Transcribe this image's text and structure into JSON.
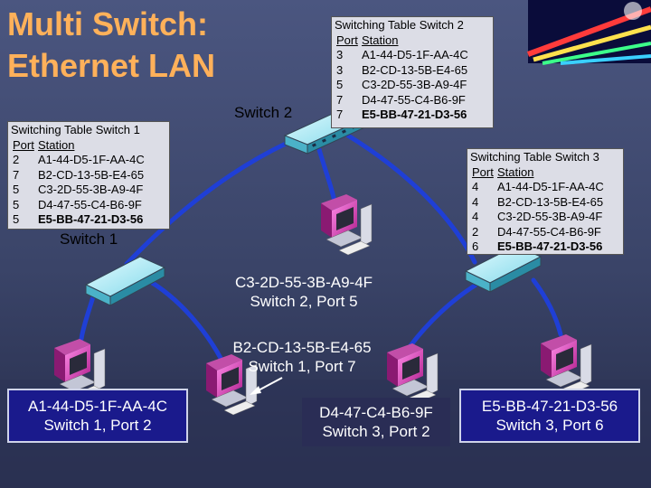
{
  "title": {
    "line1": "Multi Switch:",
    "line2": "Ethernet LAN"
  },
  "colors": {
    "background": "#3f4a6e",
    "title": "#ffb15a",
    "cable": "#1f3fd6",
    "table_bg": "#dcdde6",
    "station_box": "#1a1a8c"
  },
  "switch_labels": {
    "switch1": "Switch 1",
    "switch2": "Switch 2"
  },
  "tables": [
    {
      "title": "Switching Table Switch 2",
      "port_header": "Port",
      "station_header": "Station",
      "rows": [
        {
          "port": "3",
          "station": "A1-44-D5-1F-AA-4C"
        },
        {
          "port": "3",
          "station": "B2-CD-13-5B-E4-65"
        },
        {
          "port": "5",
          "station": "C3-2D-55-3B-A9-4F"
        },
        {
          "port": "7",
          "station": "D4-47-55-C4-B6-9F"
        },
        {
          "port": "7",
          "station": "E5-BB-47-21-D3-56"
        }
      ]
    },
    {
      "title": "Switching Table Switch 1",
      "port_header": "Port",
      "station_header": "Station",
      "rows": [
        {
          "port": "2",
          "station": "A1-44-D5-1F-AA-4C"
        },
        {
          "port": "7",
          "station": "B2-CD-13-5B-E4-65"
        },
        {
          "port": "5",
          "station": "C3-2D-55-3B-A9-4F"
        },
        {
          "port": "5",
          "station": "D4-47-55-C4-B6-9F"
        },
        {
          "port": "5",
          "station": "E5-BB-47-21-D3-56"
        }
      ]
    },
    {
      "title": "Switching Table Switch 3",
      "port_header": "Port",
      "station_header": "Station",
      "rows": [
        {
          "port": "4",
          "station": "A1-44-D5-1F-AA-4C"
        },
        {
          "port": "4",
          "station": "B2-CD-13-5B-E4-65"
        },
        {
          "port": "4",
          "station": "C3-2D-55-3B-A9-4F"
        },
        {
          "port": "2",
          "station": "D4-47-55-C4-B6-9F"
        },
        {
          "port": "6",
          "station": "E5-BB-47-21-D3-56"
        }
      ]
    }
  ],
  "captions": {
    "c3": {
      "line1": "C3-2D-55-3B-A9-4F",
      "line2": "Switch 2, Port 5"
    },
    "b2": {
      "line1": "B2-CD-13-5B-E4-65",
      "line2": "Switch 1, Port 7"
    }
  },
  "station_boxes": {
    "a1": {
      "line1": "A1-44-D5-1F-AA-4C",
      "line2": "Switch 1, Port 2"
    },
    "d4": {
      "line1": "D4-47-C4-B6-9F",
      "line2": "Switch 3, Port 2"
    },
    "e5": {
      "line1": "E5-BB-47-21-D3-56",
      "line2": "Switch 3, Port 6"
    }
  },
  "icons": [
    "switch-icon",
    "computer-icon",
    "arrow-icon"
  ]
}
